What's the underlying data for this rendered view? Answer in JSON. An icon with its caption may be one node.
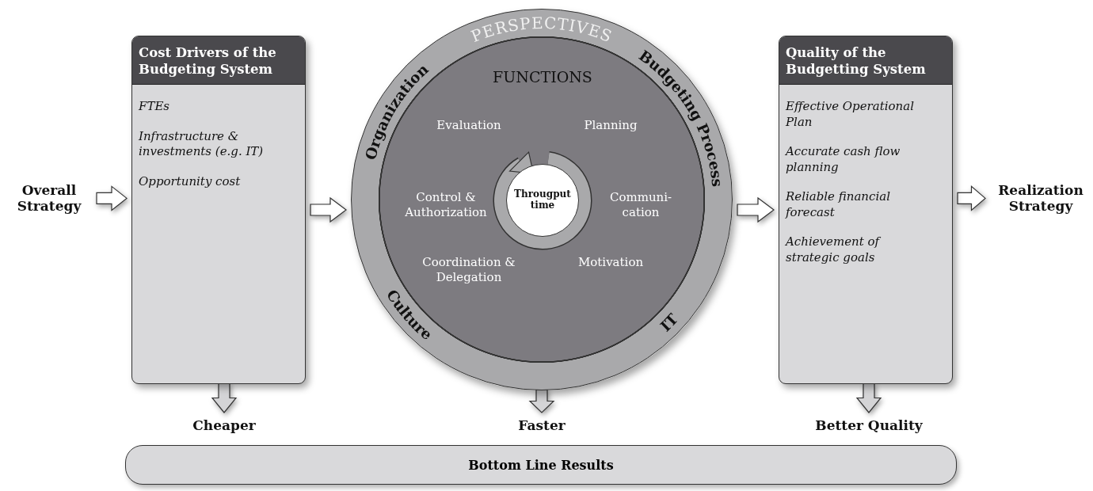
{
  "diagram": {
    "nodes": [
      {
        "text": [
          "Overall Strategy"
        ]
      },
      {
        "text": [
          "Cost Drivers of the Budgeting System",
          "FTEs",
          "Infrastructure & investments (e.g. IT)",
          "Opportunity cost"
        ]
      },
      {
        "text": [
          "PERSPECTIVES",
          "Organization",
          "Budgeting Process",
          "Culture",
          "IT"
        ]
      },
      {
        "text": [
          "FUNCTIONS",
          "Evaluation",
          "Planning",
          "Control & Authorization",
          "Communi- cation",
          "Coordination & Delegation",
          "Motivation"
        ],
        "in": 2
      },
      {
        "text": [
          "Througput time"
        ],
        "in": 3
      },
      {
        "text": [
          "Quality of the Budgetting System",
          "Effective Operational Plan",
          "Accurate cash flow planning",
          "Reliable financial forecast",
          "Achievement of strategic goals"
        ]
      },
      {
        "text": [
          "Realization Strategy"
        ]
      },
      {
        "text": [
          "Cheaper"
        ]
      },
      {
        "text": [
          "Faster"
        ]
      },
      {
        "text": [
          "Better Quality"
        ]
      },
      {
        "text": [
          "Bottom Line Results"
        ]
      }
    ],
    "edges": [
      {
        "from": 0,
        "to": 1,
        "arrow": "to"
      },
      {
        "from": 1,
        "to": 2,
        "arrow": "to"
      },
      {
        "from": 2,
        "to": 5,
        "arrow": "to"
      },
      {
        "from": 5,
        "to": 6,
        "arrow": "to"
      },
      {
        "from": 1,
        "to": 7,
        "arrow": "to",
        "color": "#d4d4d6"
      },
      {
        "from": 2,
        "to": 8,
        "arrow": "to",
        "color": "#d4d4d6"
      },
      {
        "from": 5,
        "to": 9,
        "arrow": "to",
        "color": "#d4d4d6"
      }
    ]
  }
}
